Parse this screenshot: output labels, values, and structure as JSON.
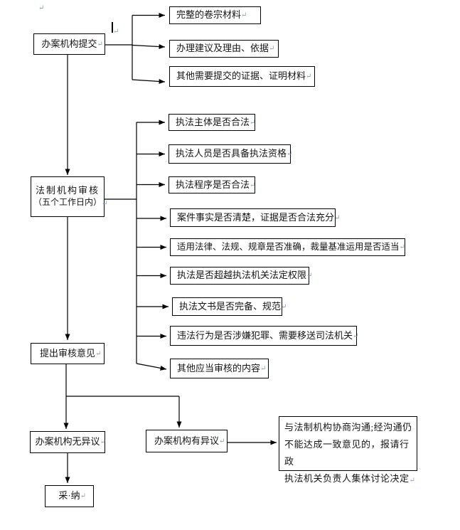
{
  "marks": {
    "pilcrow": "↵"
  },
  "colors": {
    "line": "#000000",
    "text": "#151515",
    "box_border": "#000000",
    "background": "#ffffff",
    "pilcrow": "#8fa0c2"
  },
  "flow": {
    "submit": {
      "label": "办案机构提交"
    },
    "submit_items": [
      {
        "label": "完整的卷宗材料"
      },
      {
        "label": "办理建议及理由、依据"
      },
      {
        "label": "其他需要提交的证据、证明材料"
      }
    ],
    "review": {
      "line1": "法制机构审核",
      "line2": "（五个工作日内）"
    },
    "review_items": [
      {
        "label": "执法主体是否合法"
      },
      {
        "label": "执法人员是否具备执法资格"
      },
      {
        "label": "执法程序是否合法"
      },
      {
        "label": "案件事实是否清楚，证据是否合法充分"
      },
      {
        "label": "适用法律、法规、规章是否准确，裁量基准运用是否适当"
      },
      {
        "label": "执法是否超越执法机关法定权限"
      },
      {
        "label": "执法文书是否完备、规范"
      },
      {
        "label": "违法行为是否涉嫌犯罪、需要移送司法机关"
      },
      {
        "label": "其他应当审核的内容"
      }
    ],
    "opinion": {
      "label": "提出审核意见"
    },
    "no_objection": {
      "label": "办案机构无异议"
    },
    "objection": {
      "label": "办案机构有异议"
    },
    "decision": {
      "lines": [
        "与法制机构协商沟通;经沟通仍",
        "不能达成一致意见的，报请行政",
        "执法机关负责人集体讨论决定"
      ]
    },
    "adopt": {
      "label": "采·纳"
    }
  }
}
